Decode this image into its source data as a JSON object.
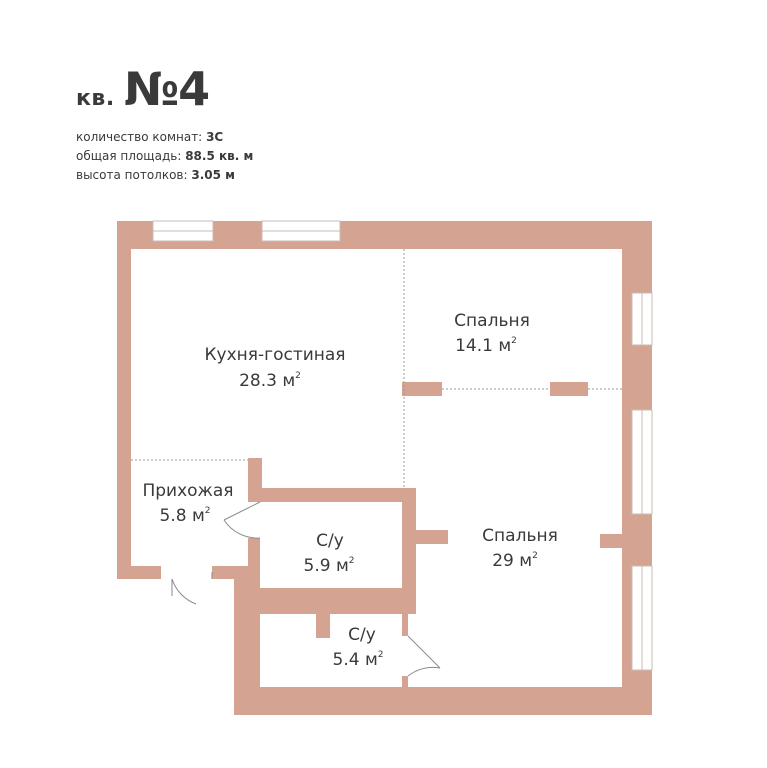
{
  "header": {
    "prefix": "кв.",
    "number": "№4"
  },
  "specs": [
    {
      "label": "количество комнат:",
      "value": "3С"
    },
    {
      "label": "общая площадь:",
      "value": "88.5 кв. м"
    },
    {
      "label": "высота потолков:",
      "value": "3.05 м"
    }
  ],
  "rooms": {
    "kitchen": {
      "name": "Кухня-гостиная",
      "area": "28.3 м"
    },
    "bedroom1": {
      "name": "Спальня",
      "area": "14.1 м"
    },
    "hallway": {
      "name": "Прихожая",
      "area": "5.8 м"
    },
    "bath1": {
      "name": "С/у",
      "area": "5.9 м"
    },
    "bedroom2": {
      "name": "Спальня",
      "area": "29 м"
    },
    "bath2": {
      "name": "С/у",
      "area": "5.4 м"
    }
  },
  "area_unit_superscript": "2",
  "colors": {
    "wall": "#d4a392",
    "text": "#3a3a3a",
    "window": "#ffffff",
    "divider": "#9a9a9a"
  }
}
